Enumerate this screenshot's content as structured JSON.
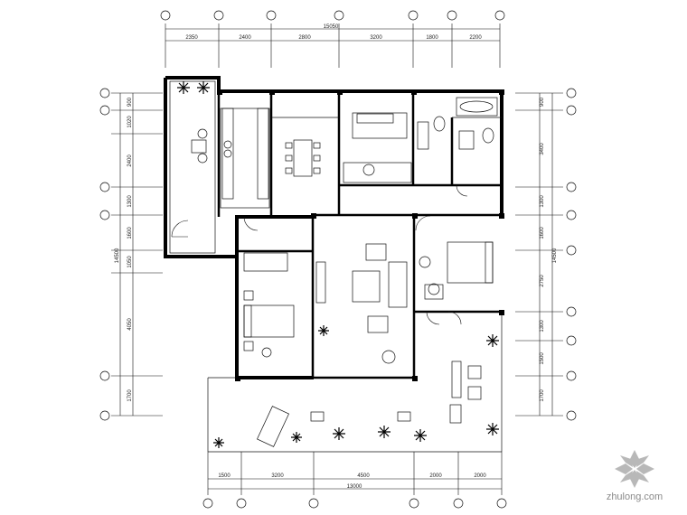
{
  "dimensions": {
    "top_overall": "15050",
    "top_segments": [
      "2350",
      "2400",
      "2800",
      "3200",
      "1800",
      "2200"
    ],
    "bottom_overall": "13000",
    "bottom_segments": [
      "1500",
      "3200",
      "4500",
      "2000",
      "2000"
    ],
    "left_overall": "14500",
    "left_segments": [
      "900",
      "1020",
      "2400",
      "1300",
      "1600",
      "1050",
      "4050",
      "1700"
    ],
    "right_overall": "14500",
    "right_segments": [
      "900",
      "3400",
      "1300",
      "1600",
      "2750",
      "1300",
      "1500",
      "1700"
    ]
  },
  "watermark": {
    "text": "zhulong.com"
  },
  "colors": {
    "line": "#111111",
    "wall": "#000000",
    "watermark": "#8a8a8a"
  }
}
